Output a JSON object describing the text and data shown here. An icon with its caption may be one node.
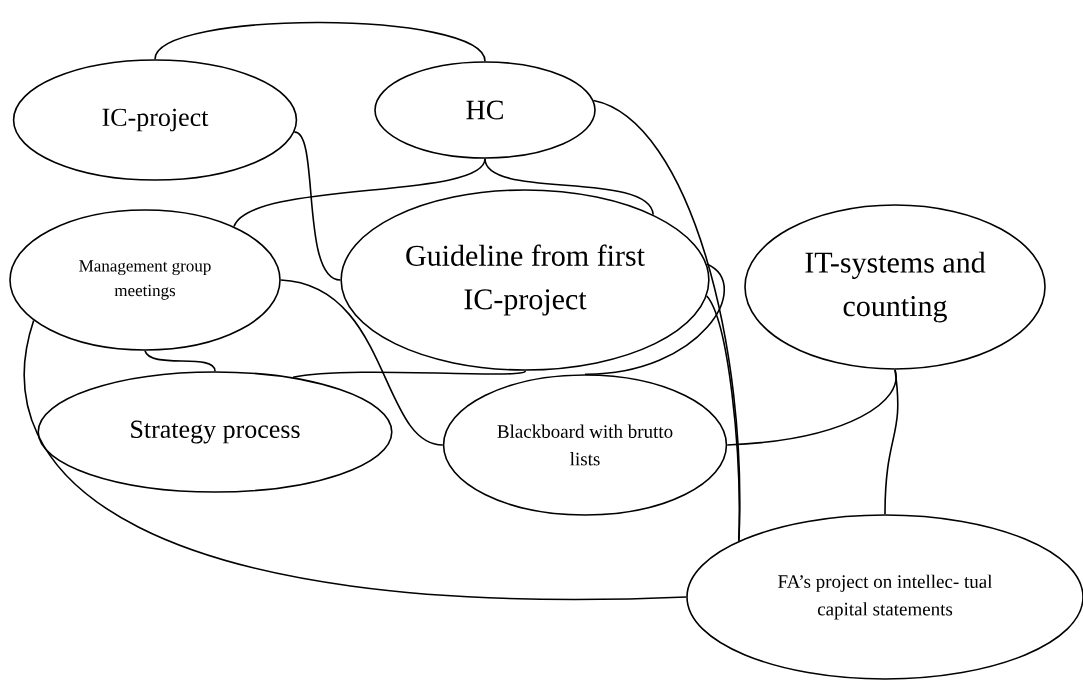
{
  "diagram": {
    "nodes": [
      {
        "text": [
          "IC-project"
        ]
      },
      {
        "text": [
          "HC"
        ]
      },
      {
        "text": [
          "Management group meetings"
        ]
      },
      {
        "text": [
          "Guideline from first IC-project"
        ]
      },
      {
        "text": [
          "IT-systems and counting"
        ]
      },
      {
        "text": [
          "Strategy process"
        ]
      },
      {
        "text": [
          "Blackboard with brutto lists"
        ]
      },
      {
        "text": [
          "FA’s project on intellec- tual capital statements"
        ]
      }
    ],
    "edges": [
      {
        "from": 0,
        "to": 1,
        "arrow": "none"
      },
      {
        "from": 0,
        "to": 3,
        "arrow": "none"
      },
      {
        "from": 1,
        "to": 7,
        "arrow": "none"
      },
      {
        "from": 1,
        "to": 2,
        "arrow": "none"
      },
      {
        "from": 1,
        "to": 3,
        "arrow": "none"
      },
      {
        "from": 2,
        "to": 6,
        "arrow": "none"
      },
      {
        "from": 2,
        "to": 5,
        "arrow": "none"
      },
      {
        "from": 2,
        "to": 7,
        "arrow": "none"
      },
      {
        "from": 3,
        "to": 5,
        "arrow": "none"
      },
      {
        "from": 3,
        "to": 6,
        "arrow": "none"
      },
      {
        "from": 3,
        "to": 7,
        "arrow": "none"
      },
      {
        "from": 6,
        "to": 4,
        "arrow": "none"
      },
      {
        "from": 4,
        "to": 7,
        "arrow": "none"
      }
    ]
  }
}
